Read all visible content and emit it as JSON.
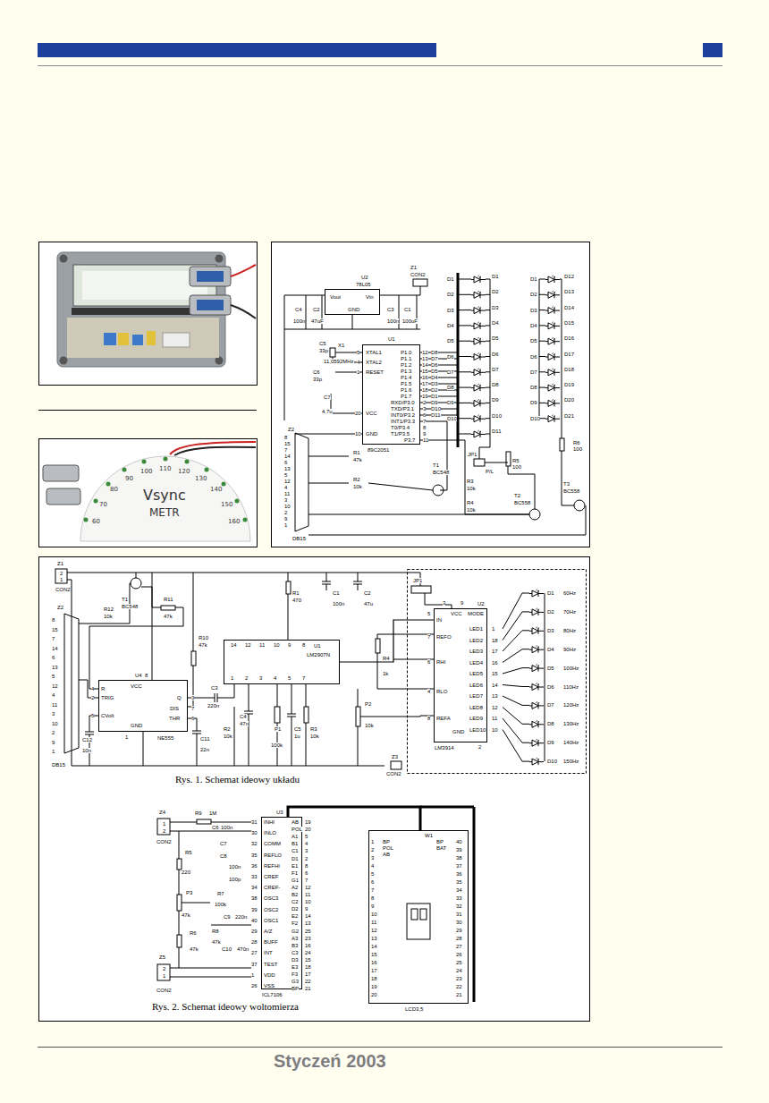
{
  "diagram": {
    "nodes": [
      {
        "text": [
          "U2",
          "78L05"
        ]
      },
      {
        "text": [
          "U1",
          "89C2051"
        ]
      },
      {
        "text": [
          "U1",
          "LM2907N"
        ]
      },
      {
        "text": [
          "U2",
          "LM3914"
        ]
      },
      {
        "text": [
          "U4",
          "NE555"
        ]
      },
      {
        "text": [
          "U3",
          "ICL7106"
        ]
      },
      {
        "text": [
          "W1",
          "LCD3,5"
        ]
      }
    ],
    "edges": [
      {
        "from": 2,
        "to": 3,
        "arrow": "none"
      },
      {
        "from": 5,
        "to": 6,
        "arrow": "none"
      }
    ],
    "labels": [
      "Z1",
      "CON2",
      "Vout",
      "GND",
      "Vin",
      "C4",
      "100n",
      "C2",
      "47uF",
      "C3",
      "100n",
      "C1",
      "100uF",
      "C5",
      "33p",
      "X1",
      "11,0592MHz",
      "C6",
      "33p",
      "C7",
      "4,7u",
      "XTAL1",
      "XTAL2",
      "RESET",
      "VCC",
      "GND",
      "5",
      "4",
      "1",
      "20",
      "10",
      "P1.0",
      "P1.1",
      "P1.2",
      "P1.3",
      "P1.4",
      "P1.5",
      "P1.6",
      "P1.7",
      "RXD/P3.0",
      "TXD/P3.1",
      "INT0/P3.2",
      "INT1/P3.3",
      "T0/P3.4",
      "T1/P3.5",
      "P3.7",
      "12",
      "13",
      "14",
      "15",
      "16",
      "17",
      "18",
      "19",
      "2",
      "3",
      "6",
      "7",
      "8",
      "9",
      "11",
      "D8",
      "D7",
      "D6",
      "D5",
      "D4",
      "D3",
      "D2",
      "D1",
      "D9",
      "D10",
      "D11",
      "D1",
      "D2",
      "D3",
      "D4",
      "D5",
      "D6",
      "D7",
      "D8",
      "D9",
      "D10",
      "D1",
      "D2",
      "D3",
      "D4",
      "D5",
      "D6",
      "D7",
      "D8",
      "D9",
      "D10",
      "D11",
      "D1",
      "D2",
      "D3",
      "D4",
      "D5",
      "D6",
      "D7",
      "D8",
      "D9",
      "D10",
      "D12",
      "D13",
      "D14",
      "D15",
      "D16",
      "D17",
      "D18",
      "D19",
      "D20",
      "D21",
      "JP1",
      "P/L",
      "R5",
      "100",
      "R6",
      "100",
      "R1",
      "47k",
      "R2",
      "10k",
      "T1",
      "BC548",
      "R3",
      "10k",
      "R4",
      "10k",
      "T2",
      "BC558",
      "T3",
      "BC558",
      "Z2",
      "8",
      "15",
      "7",
      "14",
      "6",
      "13",
      "5",
      "12",
      "4",
      "11",
      "3",
      "10",
      "2",
      "9",
      "1",
      "DB15",
      "Z1",
      "2",
      "1",
      "CON2",
      "T1",
      "BC548",
      "R11",
      "47k",
      "R12",
      "10k",
      "Z2",
      "8",
      "15",
      "7",
      "14",
      "6",
      "13",
      "5",
      "12",
      "4",
      "11",
      "3",
      "10",
      "2",
      "9",
      "1",
      "DB15",
      "R10",
      "47k",
      "R",
      "TRIG",
      "VCC",
      "Q",
      "DIS",
      "CVolt",
      "THR",
      "GND",
      "4",
      "2",
      "8",
      "3",
      "7",
      "5",
      "6",
      "1",
      "C12",
      "10n",
      "C11",
      "22n",
      "C3",
      "220n",
      "C4",
      "47n",
      "R2",
      "10k",
      "P1",
      "100k",
      "C5",
      "1u",
      "R3",
      "10k",
      "R1",
      "470",
      "C1",
      "100n",
      "C2",
      "47u",
      "14",
      "12",
      "11",
      "10",
      "9",
      "8",
      "1",
      "2",
      "3",
      "4",
      "5",
      "7",
      "IN",
      "REFO",
      "RHI",
      "RLO",
      "REFA",
      "VCC",
      "MODE",
      "GND",
      "5",
      "7",
      "6",
      "4",
      "8",
      "3",
      "9",
      "2",
      "LED1",
      "LED2",
      "LED3",
      "LED4",
      "LED5",
      "LED6",
      "LED7",
      "LED8",
      "LED9",
      "LED10",
      "1",
      "18",
      "17",
      "16",
      "15",
      "14",
      "13",
      "12",
      "11",
      "10",
      "D1",
      "D2",
      "D3",
      "D4",
      "D5",
      "D6",
      "D7",
      "D8",
      "D9",
      "D10",
      "60Hz",
      "70Hz",
      "80Hz",
      "90Hz",
      "100Hz",
      "110Hz",
      "120Hz",
      "130Hz",
      "140Hz",
      "150Hz",
      "JP1",
      "R4",
      "1k",
      "P2",
      "10k",
      "Z3",
      "CON2",
      "Rys. 1. Schemat ideowy układu",
      "Z4",
      "1",
      "2",
      "CON2",
      "R9",
      "1M",
      "C6",
      "100n",
      "R5",
      "220",
      "P3",
      "47k",
      "R6",
      "47k",
      "C7",
      "100n",
      "C8",
      "100p",
      "R7",
      "100k",
      "C9",
      "220n",
      "R8",
      "47k",
      "C10",
      "470n",
      "Z5",
      "2",
      "1",
      "CON2",
      "INHI",
      "INLO",
      "COMM",
      "REFLO",
      "REFHI",
      "CREF",
      "CREF-",
      "OSC3",
      "OSC2",
      "OSC1",
      "A/Z",
      "BUFF",
      "INT",
      "TEST",
      "VDD",
      "VSS",
      "31",
      "30",
      "32",
      "35",
      "36",
      "33",
      "34",
      "38",
      "39",
      "40",
      "29",
      "28",
      "27",
      "37",
      "1",
      "26",
      "AB",
      "POL",
      "A1",
      "B1",
      "C1",
      "D1",
      "E1",
      "F1",
      "G1",
      "A2",
      "B2",
      "C2",
      "D2",
      "E2",
      "F2",
      "G2",
      "A3",
      "B3",
      "C3",
      "D3",
      "E3",
      "F3",
      "G3",
      "BP",
      "19",
      "20",
      "5",
      "4",
      "3",
      "2",
      "8",
      "6",
      "7",
      "12",
      "11",
      "10",
      "9",
      "14",
      "13",
      "25",
      "23",
      "16",
      "24",
      "15",
      "18",
      "17",
      "22",
      "21",
      "Rys. 2. Schemat ideowy woltomierza",
      "BP",
      "POL",
      "AB",
      "BP",
      "BAT",
      "1",
      "2",
      "3",
      "4",
      "5",
      "6",
      "7",
      "8",
      "9",
      "10",
      "11",
      "12",
      "13",
      "14",
      "15",
      "16",
      "17",
      "18",
      "19",
      "20",
      "40",
      "39",
      "38",
      "37",
      "36",
      "35",
      "34",
      "33",
      "32",
      "31",
      "30",
      "29",
      "28",
      "27",
      "26",
      "25",
      "24",
      "23",
      "22",
      "21",
      "Vsync",
      "METR",
      "60",
      "70",
      "80",
      "90",
      "100",
      "110",
      "120",
      "130",
      "140",
      "150",
      "160",
      "Styczeń 2003"
    ]
  }
}
